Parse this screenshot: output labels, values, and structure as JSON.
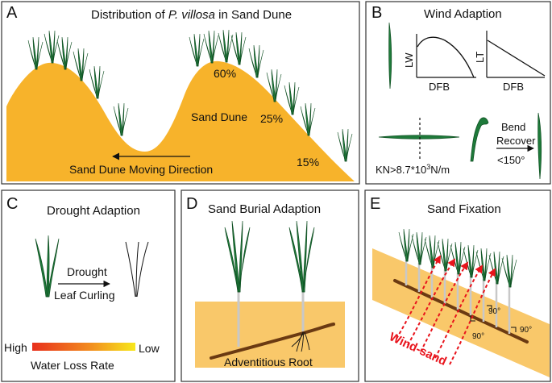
{
  "panelA": {
    "letter": "A",
    "title_prefix": "Distribution of ",
    "title_species": "P. villosa",
    "title_suffix": " in Sand Dune",
    "pct_top": "60%",
    "sand_dune_label": "Sand Dune",
    "pct_mid": "25%",
    "pct_low": "15%",
    "moving_direction": "Sand Dune Moving Direction"
  },
  "panelB": {
    "letter": "B",
    "title": "Wind Adaption",
    "lw_axis": "LW",
    "lt_axis": "LT",
    "dfb_left": "DFB",
    "dfb_right": "DFB",
    "kn_label": "KN>8.7*10",
    "kn_exp": "3",
    "kn_unit": "N/m",
    "bend": "Bend",
    "recover": "Recover",
    "angle": "<150°"
  },
  "panelC": {
    "letter": "C",
    "title": "Drought Adaption",
    "drought": "Drought",
    "leaf_curling": "Leaf Curling",
    "high": "High",
    "low": "Low",
    "water_loss_rate": "Water Loss Rate"
  },
  "panelD": {
    "letter": "D",
    "title": "Sand Burial Adaption",
    "adventitious_root": "Adventitious Root"
  },
  "panelE": {
    "letter": "E",
    "title": "Sand Fixation",
    "angle1": "90°",
    "angle2": "90°",
    "angle3": "90°",
    "wind_sand": "Wind-sand"
  },
  "colors": {
    "sand": "#f7b32b",
    "sand_light": "#f9c86a",
    "leaf": "#1e7a3a",
    "leaf_dark": "#0f4f22",
    "stem": "#c8c8c8",
    "root": "#6b3a12",
    "wind": "#e8141c",
    "gradient_high": "#e8301c",
    "gradient_low": "#f7e81c"
  }
}
